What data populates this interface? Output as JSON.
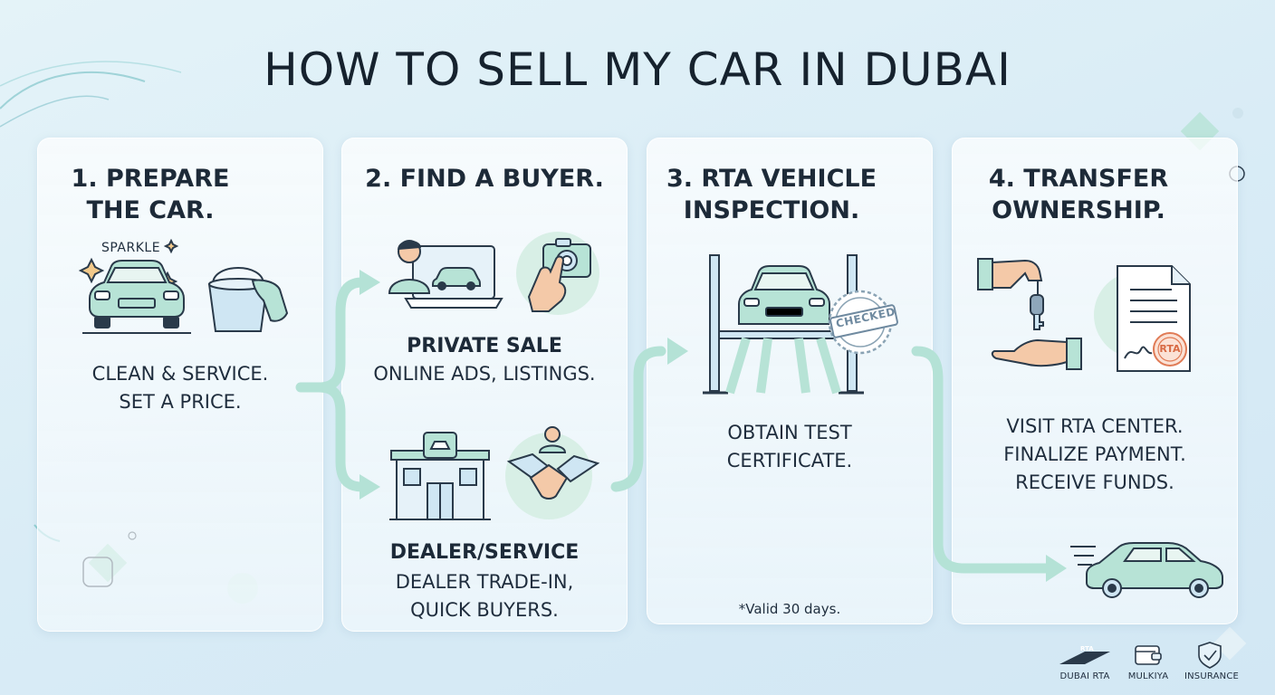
{
  "title": "HOW TO SELL MY CAR IN DUBAI",
  "steps": [
    {
      "title_lines": [
        "1. PREPARE",
        "THE CAR."
      ],
      "icon_label": "SPARKLE",
      "body_lines": [
        "CLEAN & SERVICE.",
        "SET A PRICE."
      ]
    },
    {
      "title_lines": [
        "2. FIND A BUYER."
      ],
      "options": [
        {
          "heading": "PRIVATE SALE",
          "lines": [
            "ONLINE ADS, LISTINGS."
          ]
        },
        {
          "heading": "DEALER/SERVICE",
          "lines": [
            "DEALER TRADE-IN,",
            "QUICK BUYERS."
          ]
        }
      ]
    },
    {
      "title_lines": [
        "3. RTA VEHICLE",
        "INSPECTION."
      ],
      "stamp_label": "CHECKED",
      "body_lines": [
        "OBTAIN TEST",
        "CERTIFICATE."
      ],
      "note": "*Valid 30 days."
    },
    {
      "title_lines": [
        "4. TRANSFER",
        "OWNERSHIP."
      ],
      "seal_label": "RTA",
      "body_lines": [
        "VISIT RTA CENTER.",
        "FINALIZE PAYMENT.",
        "RECEIVE FUNDS."
      ]
    }
  ],
  "footer": [
    {
      "label": "DUBAI RTA",
      "badge": "RTA",
      "icon": "rta-logo-icon"
    },
    {
      "label": "MULKIYA",
      "icon": "wallet-icon"
    },
    {
      "label": "INSURANCE",
      "icon": "shield-check-icon"
    }
  ],
  "colors": {
    "accent_mint": "#a9ddd0",
    "car_fill": "#b7e3d6",
    "blue_fill": "#cfe6f3",
    "outline": "#2a3a4a",
    "arrow": "#b4e2d6"
  }
}
